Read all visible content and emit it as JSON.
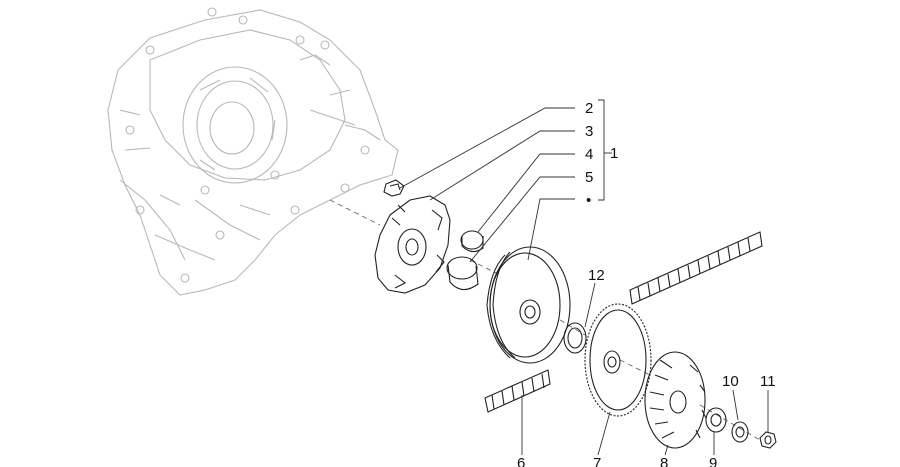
{
  "diagram": {
    "labels": {
      "p1": "1",
      "p2": "2",
      "p3": "3",
      "p4": "4",
      "p5": "5",
      "p6": "6",
      "p7": "7",
      "p8": "8",
      "p9": "9",
      "p10": "10",
      "p11": "11",
      "p12": "12"
    },
    "kit_marker": "•"
  }
}
